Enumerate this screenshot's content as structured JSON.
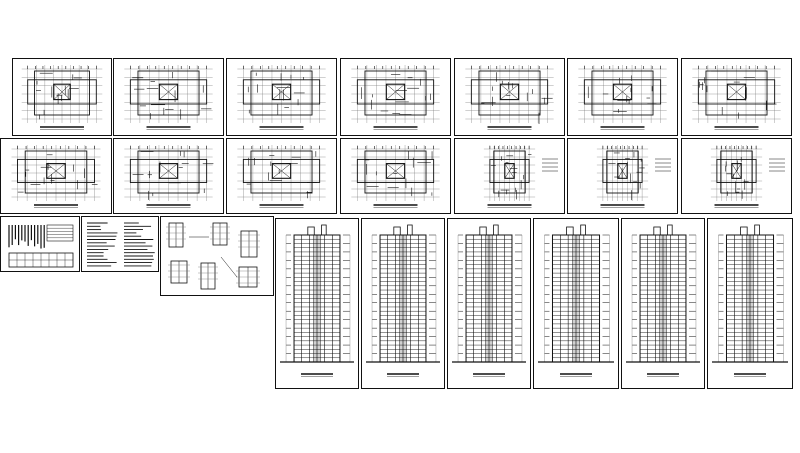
{
  "drawing_set": {
    "plan_row_1": [
      {
        "id": "p1",
        "kind": "plan-site"
      },
      {
        "id": "p2",
        "kind": "plan"
      },
      {
        "id": "p3",
        "kind": "plan"
      },
      {
        "id": "p4",
        "kind": "plan"
      },
      {
        "id": "p5",
        "kind": "plan"
      },
      {
        "id": "p6",
        "kind": "plan"
      },
      {
        "id": "p7",
        "kind": "plan"
      }
    ],
    "plan_row_2": [
      {
        "id": "p8",
        "kind": "plan"
      },
      {
        "id": "p9",
        "kind": "plan"
      },
      {
        "id": "p10",
        "kind": "plan"
      },
      {
        "id": "p11",
        "kind": "plan"
      },
      {
        "id": "p12",
        "kind": "plan-core"
      },
      {
        "id": "p13",
        "kind": "plan-core"
      },
      {
        "id": "p14",
        "kind": "plan-core"
      }
    ],
    "detail_sheets": [
      {
        "id": "d1",
        "kind": "schedule"
      },
      {
        "id": "d2",
        "kind": "notes"
      },
      {
        "id": "d3",
        "kind": "details"
      }
    ],
    "elevations": [
      {
        "id": "e1"
      },
      {
        "id": "e2"
      },
      {
        "id": "e3"
      },
      {
        "id": "e4"
      },
      {
        "id": "e5"
      },
      {
        "id": "e6"
      }
    ]
  },
  "colors": {
    "line": "#111111",
    "paper": "#ffffff",
    "light": "#777777"
  }
}
